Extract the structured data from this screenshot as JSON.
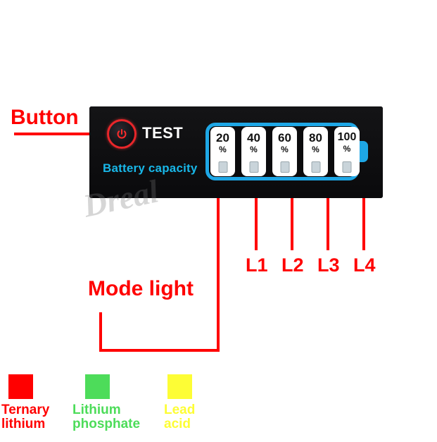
{
  "device": {
    "test_button_label": "TEST",
    "battery_capacity_label": "Battery capacity",
    "watermark": "Dreal",
    "segments": [
      {
        "value": "20",
        "unit": "%"
      },
      {
        "value": "40",
        "unit": "%"
      },
      {
        "value": "60",
        "unit": "%"
      },
      {
        "value": "80",
        "unit": "%"
      },
      {
        "value": "100",
        "unit": "%"
      }
    ]
  },
  "annotations": {
    "button": "Button",
    "mode_light": "Mode light",
    "l1": "L1",
    "l2": "L2",
    "l3": "L3",
    "l4": "L4",
    "callout_color": "#ff0000"
  },
  "modes": [
    {
      "name_line1": "Ternary",
      "name_line2": "lithium",
      "color": "#ff0000"
    },
    {
      "name_line1": "Lithium",
      "name_line2": "phosphate",
      "color": "#4ddc5a"
    },
    {
      "name_line1": "Lead",
      "name_line2": "acid",
      "color": "#fdfd35"
    }
  ]
}
